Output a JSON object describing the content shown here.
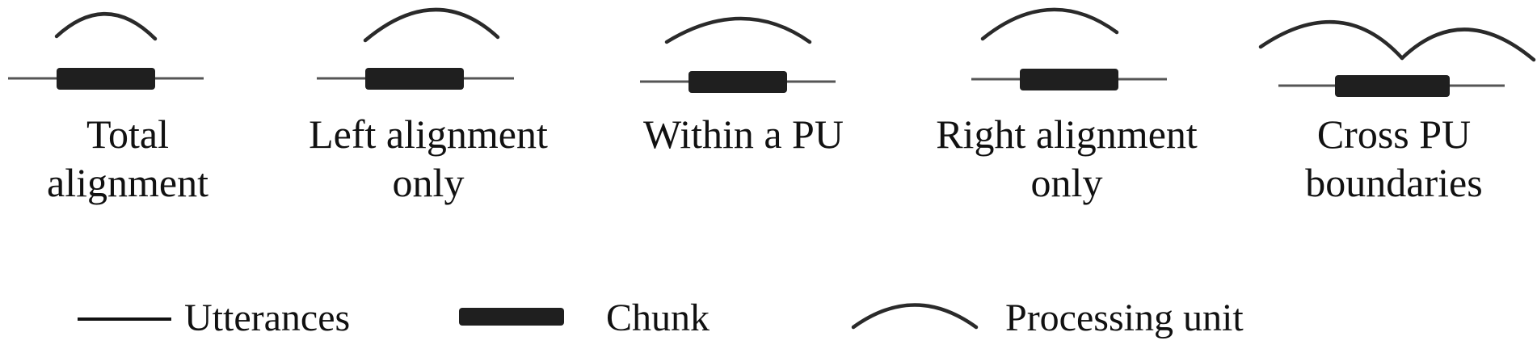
{
  "colors": {
    "utterance_line": "#555555",
    "chunk": "#1f1f1f",
    "processing_unit_arc": "#2a2a2a",
    "text": "#111111",
    "background": "#ffffff"
  },
  "cases": [
    {
      "label": "Total\nalignment"
    },
    {
      "label": "Left alignment\nonly"
    },
    {
      "label": "Within a PU"
    },
    {
      "label": "Right alignment\nonly"
    },
    {
      "label": "Cross PU\nboundaries"
    }
  ],
  "legend": {
    "utterances_label": "Utterances",
    "chunk_label": "Chunk",
    "processing_unit_label": "Processing unit"
  }
}
